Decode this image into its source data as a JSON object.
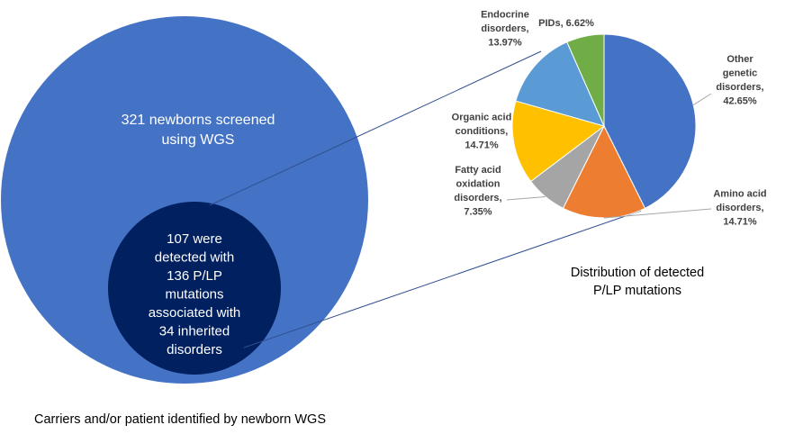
{
  "colors": {
    "outer_circle": "#4472C4",
    "inner_circle": "#002060",
    "connector": "#2F4F8F",
    "leader": "#A6A6A6",
    "outer_text": "#FFFFFF",
    "inner_text": "#FFFFFF",
    "label_text": "#404040"
  },
  "outer_circle": {
    "lines": [
      "321 newborns screened",
      "using WGS"
    ]
  },
  "inner_circle": {
    "lines": [
      "107 were",
      "detected with",
      "136 P/LP",
      "mutations",
      "associated with",
      "34  inherited",
      "disorders"
    ]
  },
  "captions": {
    "left": "Carriers and/or patient identified by newborn WGS",
    "right_lines": [
      "Distribution of detected",
      "P/LP mutations"
    ]
  },
  "chart_data": {
    "type": "pie",
    "title": "",
    "start": "12 o'clock, clockwise",
    "slices": [
      {
        "label": "Other genetic disorders",
        "label_lines": [
          "Other",
          "genetic",
          "disorders,",
          "42.65%"
        ],
        "value": 42.65,
        "color": "#4472C4"
      },
      {
        "label": "Amino acid disorders",
        "label_lines": [
          "Amino acid",
          "disorders,",
          "14.71%"
        ],
        "value": 14.71,
        "color": "#ED7D31"
      },
      {
        "label": "Fatty acid oxidation disorders",
        "label_lines": [
          "Fatty acid",
          "oxidation",
          "disorders,",
          "7.35%"
        ],
        "value": 7.35,
        "color": "#A5A5A5"
      },
      {
        "label": "Organic acid conditions",
        "label_lines": [
          "Organic acid",
          "conditions,",
          "14.71%"
        ],
        "value": 14.71,
        "color": "#FFC000"
      },
      {
        "label": "Endocrine disorders",
        "label_lines": [
          "Endocrine",
          "disorders,",
          "13.97%"
        ],
        "value": 13.97,
        "color": "#5B9BD5"
      },
      {
        "label": "PIDs",
        "label_lines": [
          "PIDs, 6.62%"
        ],
        "value": 6.62,
        "color": "#70AD47"
      }
    ]
  }
}
